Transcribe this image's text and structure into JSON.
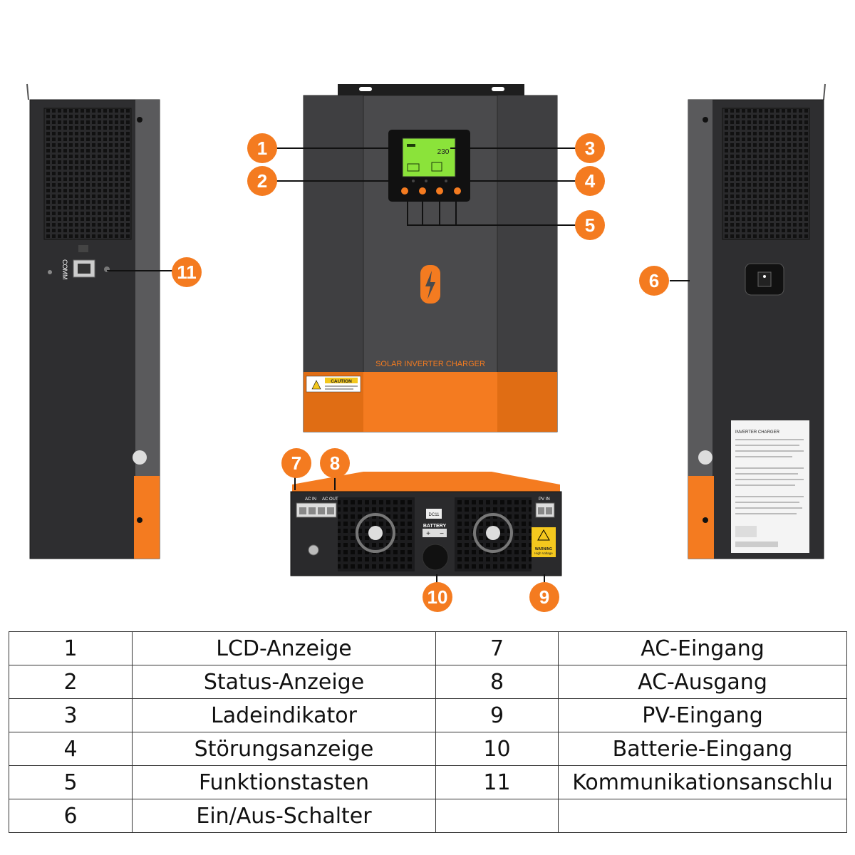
{
  "front": {
    "brand_text": "SOLAR INVERTER CHARGER",
    "caution_label": "CAUTION",
    "lcd_readout": "230"
  },
  "left_side": {
    "port_label": "COMM"
  },
  "bottom": {
    "ac_in_label": "AC  IN",
    "ac_out_label": "AC  OUT",
    "pv_in_label": "PV  IN",
    "battery_label": "BATTERY",
    "breaker_label": "DC11",
    "warning_label": "WARNING",
    "warning_sub": "High Voltage"
  },
  "right_side": {
    "label_title": "INVERTER CHARGER"
  },
  "callouts": [
    "1",
    "2",
    "3",
    "4",
    "5",
    "6",
    "7",
    "8",
    "9",
    "10",
    "11"
  ],
  "colors": {
    "accent_orange": "#F47B20",
    "body_gray": "#4a4a4c",
    "dark_panel": "#2b2b2d",
    "lcd_green": "#8be33a"
  },
  "legend": {
    "rows": [
      {
        "n1": "1",
        "t1": "LCD-Anzeige",
        "n2": "7",
        "t2": "AC-Eingang"
      },
      {
        "n1": "2",
        "t1": "Status-Anzeige",
        "n2": "8",
        "t2": "AC-Ausgang"
      },
      {
        "n1": "3",
        "t1": "Ladeindikator",
        "n2": "9",
        "t2": "PV-Eingang"
      },
      {
        "n1": "4",
        "t1": "Störungsanzeige",
        "n2": "10",
        "t2": "Batterie-Eingang"
      },
      {
        "n1": "5",
        "t1": "Funktionstasten",
        "n2": "11",
        "t2": "Kommunikationsanschlu"
      },
      {
        "n1": "6",
        "t1": "Ein/Aus-Schalter",
        "n2": "",
        "t2": ""
      }
    ]
  }
}
